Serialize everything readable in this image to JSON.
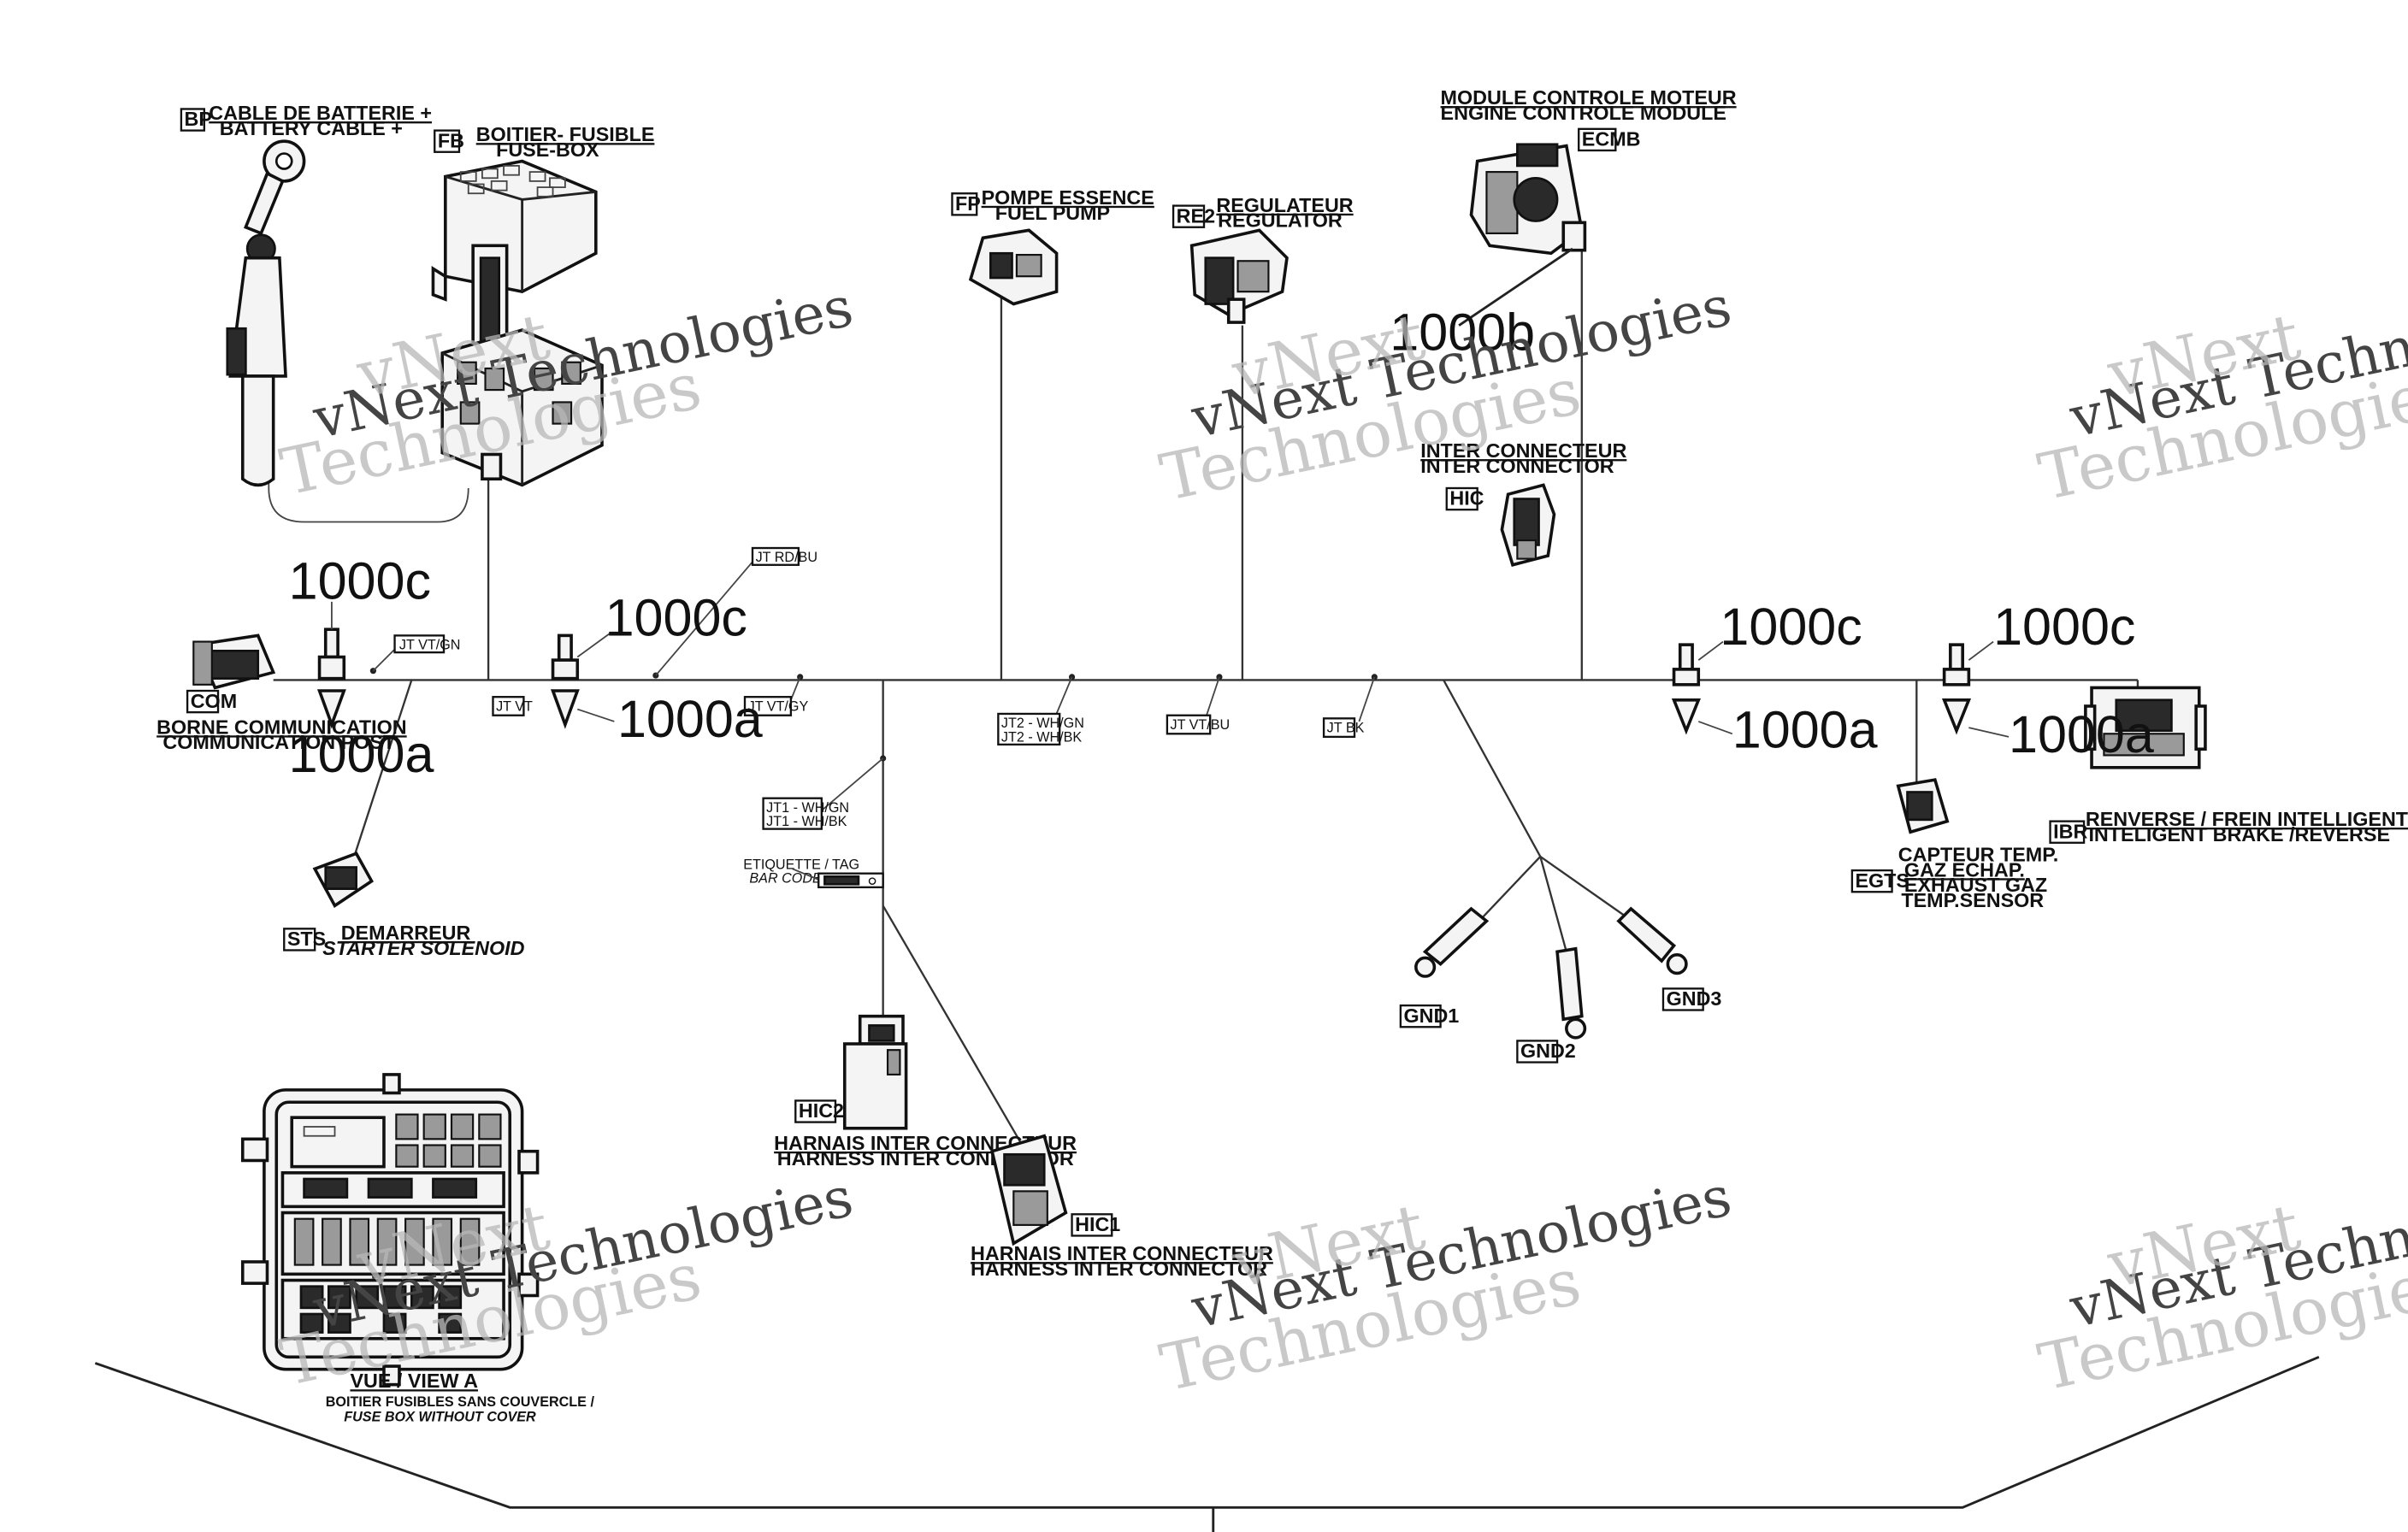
{
  "components": {
    "bp": {
      "code": "BP",
      "line1": "CABLE DE BATTERIE +",
      "line2": "BATTERY CABLE +"
    },
    "fb": {
      "code": "FB",
      "line1": "BOITIER- FUSIBLE",
      "line2": "FUSE-BOX"
    },
    "fp": {
      "code": "FP",
      "line1": "POMPE ESSENCE",
      "line2": "FUEL PUMP"
    },
    "re2": {
      "code": "RE2",
      "line1": "REGULATEUR",
      "line2": "REGULATOR"
    },
    "ecm": {
      "code": "ECMB",
      "line1": "MODULE CONTROLE MOTEUR",
      "line2": "ENGINE CONTROLE MODULE"
    },
    "hic": {
      "code": "HIC",
      "line1": "INTER CONNECTEUR",
      "line2": "INTER CONNECTOR"
    },
    "com": {
      "code": "COM",
      "line1": "BORNE COMMUNICATION",
      "line2": "COMMUNICATION POST"
    },
    "sts": {
      "code": "STS",
      "line1": "DEMARREUR",
      "line2": "STARTER SOLENOID"
    },
    "hic2": {
      "code": "HIC2",
      "line1": "HARNAIS INTER CONNECTEUR",
      "line2": "HARNESS INTER CONNECTOR"
    },
    "hic1": {
      "code": "HIC1",
      "line1": "HARNAIS INTER CONNECTEUR",
      "line2": "HARNESS INTER CONNECTOR"
    },
    "ibr": {
      "code": "IBR",
      "line1": "RENVERSE / FREIN INTELLIGENT",
      "line2": "INTELIGENT BRAKE /REVERSE"
    },
    "egts": {
      "code": "EGTS",
      "line1": "CAPTEUR TEMP.",
      "line2": "GAZ ECHAP.",
      "line3": "EXHAUST GAZ",
      "line4": "TEMP.SENSOR"
    },
    "gnd1": {
      "code": "GND1"
    },
    "gnd2": {
      "code": "GND2"
    },
    "gnd3": {
      "code": "GND3"
    }
  },
  "part_callouts": {
    "c1": "1000c",
    "a1": "1000a",
    "c2": "1000c",
    "a2": "1000a",
    "b1": "1000b",
    "c3": "1000c",
    "a3": "1000a",
    "c4": "1000c",
    "a4": "1000a"
  },
  "splice_tags": {
    "jt_vt_gn": "JT VT/GN",
    "jt_vt": "JT VT",
    "jt_rd_bu": "JT RD/BU",
    "jt_vt_gy": "JT VT/GY",
    "jt2_a": "JT2 - WH/GN",
    "jt2_b": "JT2 - WH/BK",
    "jt_vt_bu": "JT VT/BU",
    "jt_bk": "JT BK",
    "jt1_a": "JT1 - WH/GN",
    "jt1_b": "JT1 - WH/BK"
  },
  "barcode_tag": {
    "line1": "ETIQUETTE / TAG",
    "line2": "BAR CODE"
  },
  "view_a": {
    "title": "VUE / VIEW A",
    "line1": "BOITIER FUSIBLES SANS COUVERCLE /",
    "line2": "FUSE BOX WITHOUT COVER"
  },
  "watermarks": {
    "w1a": "vNext Technologies",
    "w1b": "vNext",
    "w1c": "Technologies",
    "w2a": "vNext Technologies",
    "w2b": "vNext",
    "w2c": "Technologies",
    "w3a": "vNext Technologies",
    "w3b": "vNext",
    "w3c": "Technologies",
    "w4a": "vNext Technologies",
    "w4b": "vNext",
    "w4c": "Technologies",
    "w5a": "vNext Technologies",
    "w5b": "vNext",
    "w5c": "Technologies",
    "w6a": "vNext Technologies",
    "w6b": "vNext",
    "w6c": "Technologies"
  }
}
